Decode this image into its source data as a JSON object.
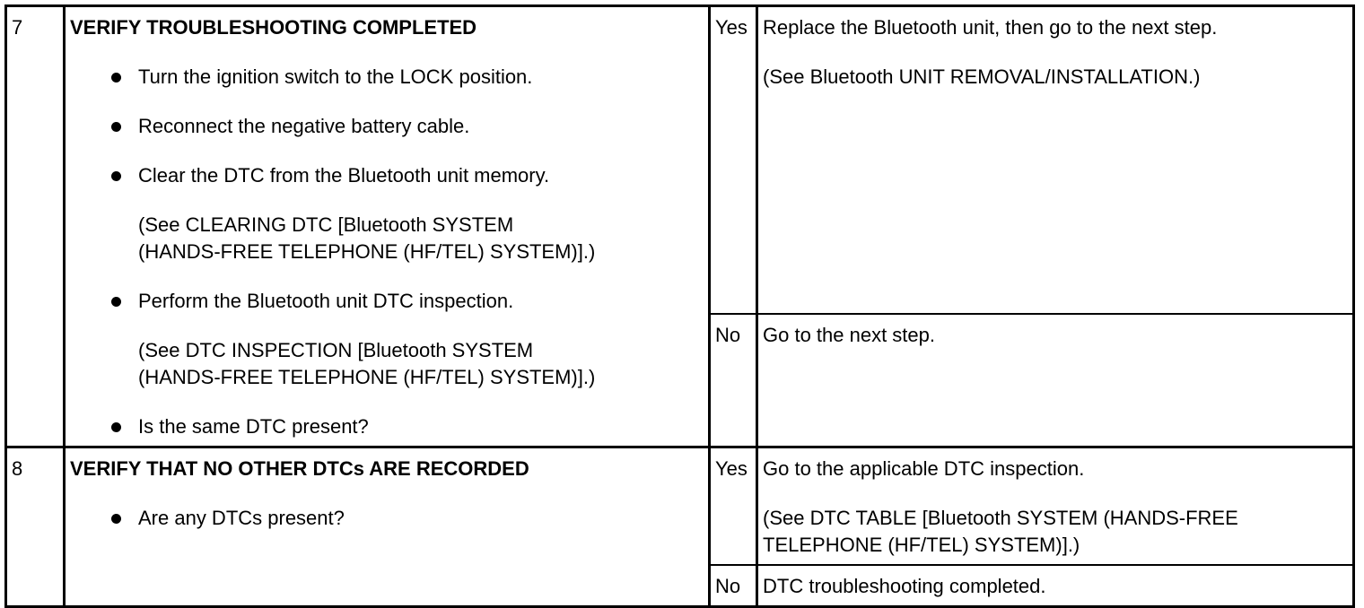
{
  "steps": [
    {
      "number": "7",
      "title": "VERIFY TROUBLESHOOTING COMPLETED",
      "items": [
        {
          "text": "Turn the ignition switch to the LOCK position."
        },
        {
          "text": "Reconnect the negative battery cable."
        },
        {
          "text": "Clear the DTC from the Bluetooth unit memory.",
          "ref": [
            "(See CLEARING DTC [Bluetooth SYSTEM",
            "(HANDS-FREE TELEPHONE (HF/TEL) SYSTEM)].)"
          ]
        },
        {
          "text": "Perform the Bluetooth unit DTC inspection.",
          "ref": [
            "(See DTC INSPECTION [Bluetooth SYSTEM",
            "(HANDS-FREE TELEPHONE (HF/TEL) SYSTEM)].)"
          ]
        },
        {
          "text": "Is the same DTC present?"
        }
      ],
      "yes_label": "Yes",
      "yes_action": [
        "Replace the Bluetooth unit, then go to the next step.",
        "(See Bluetooth UNIT REMOVAL/INSTALLATION.)"
      ],
      "no_label": "No",
      "no_action": [
        "Go to the next step."
      ]
    },
    {
      "number": "8",
      "title": "VERIFY THAT NO OTHER DTCs ARE RECORDED",
      "items": [
        {
          "text": "Are any DTCs present?"
        }
      ],
      "yes_label": "Yes",
      "yes_action": [
        "Go to the applicable DTC inspection.",
        "(See DTC TABLE [Bluetooth SYSTEM (HANDS-FREE",
        "TELEPHONE (HF/TEL) SYSTEM)].)"
      ],
      "no_label": "No",
      "no_action": [
        "DTC troubleshooting completed."
      ]
    }
  ]
}
